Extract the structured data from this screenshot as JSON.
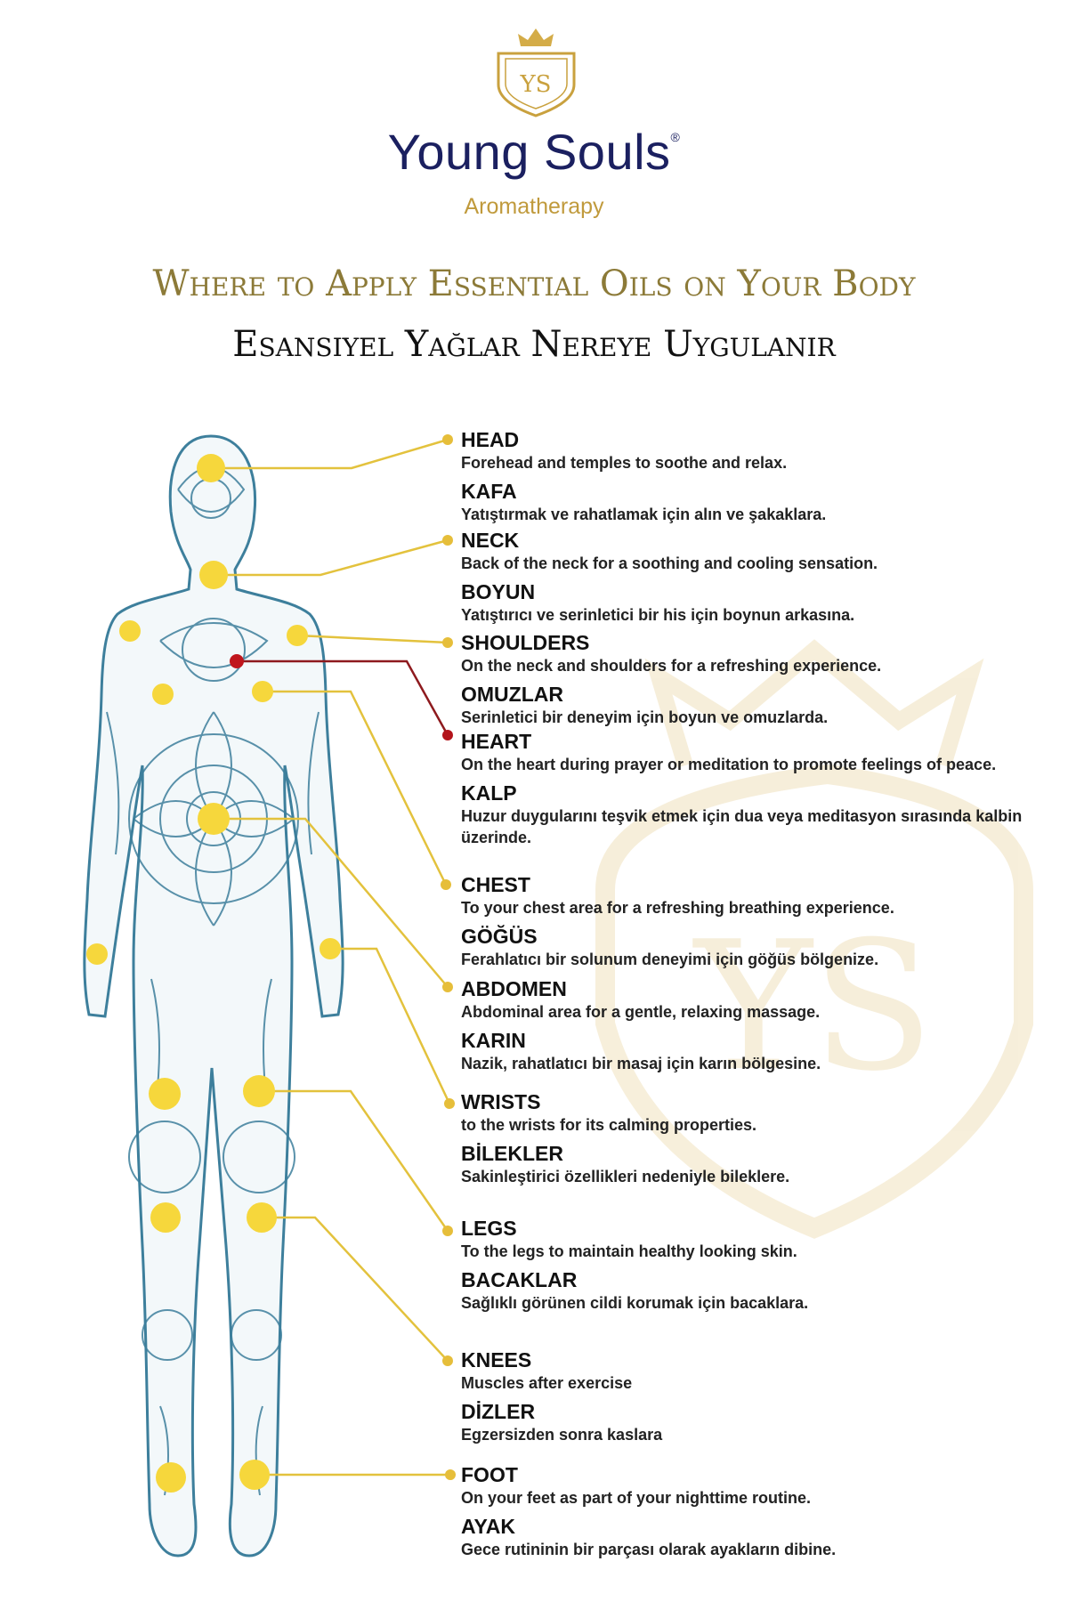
{
  "brand": {
    "name": "Young Souls",
    "registered": "®",
    "subtitle": "Aromatherapy",
    "logo_text": "YS"
  },
  "titles": {
    "english": "Where to Apply Essential Oils on Your Body",
    "turkish": "Esansiyel Yağlar Nereye Uygulanır"
  },
  "colors": {
    "gold": "#e8c53a",
    "heart": "#b3141b",
    "navy": "#1b2060",
    "pattern": "#3d7f9c"
  },
  "sections": [
    {
      "en_title": "HEAD",
      "en_text": "Forehead and temples to soothe and relax.",
      "tr_title": "KAFA",
      "tr_text": "Yatıştırmak ve rahatlamak için alın ve şakaklara."
    },
    {
      "en_title": "NECK",
      "en_text": "Back of the neck for a soothing and cooling sensation.",
      "tr_title": "BOYUN",
      "tr_text": "Yatıştırıcı ve serinletici bir his için boynun arkasına."
    },
    {
      "en_title": "SHOULDERS",
      "en_text": "On the neck and shoulders for a refreshing experience.",
      "tr_title": "OMUZLAR",
      "tr_text": "Serinletici bir deneyim için boyun ve omuzlarda."
    },
    {
      "en_title": "HEART",
      "en_text": "On the heart during prayer or meditation to promote feelings of peace.",
      "tr_title": "KALP",
      "tr_text": "Huzur duygularını teşvik etmek için dua veya meditasyon sırasında kalbin üzerinde."
    },
    {
      "en_title": "CHEST",
      "en_text": "To your chest area for a refreshing breathing experience.",
      "tr_title": "GÖĞÜS",
      "tr_text": "Ferahlatıcı bir solunum deneyimi için göğüs bölgenize."
    },
    {
      "en_title": "ABDOMEN",
      "en_text": "Abdominal area for a gentle, relaxing massage.",
      "tr_title": "KARIN",
      "tr_text": "Nazik, rahatlatıcı bir masaj için karın bölgesine."
    },
    {
      "en_title": "WRISTS",
      "en_text": "to the wrists for its calming properties.",
      "tr_title": "BİLEKLER",
      "tr_text": "Sakinleştirici özellikleri nedeniyle bileklere."
    },
    {
      "en_title": "LEGS",
      "en_text": "To the legs to maintain healthy looking skin.",
      "tr_title": "BACAKLAR",
      "tr_text": "Sağlıklı görünen cildi korumak için bacaklara."
    },
    {
      "en_title": "KNEES",
      "en_text": "Muscles after exercise",
      "tr_title": "DİZLER",
      "tr_text": "Egzersizden sonra kaslara"
    },
    {
      "en_title": "FOOT",
      "en_text": "On your feet as part of your nighttime routine.",
      "tr_title": "AYAK",
      "tr_text": "Gece rutininin bir parçası olarak ayakların dibine."
    }
  ]
}
